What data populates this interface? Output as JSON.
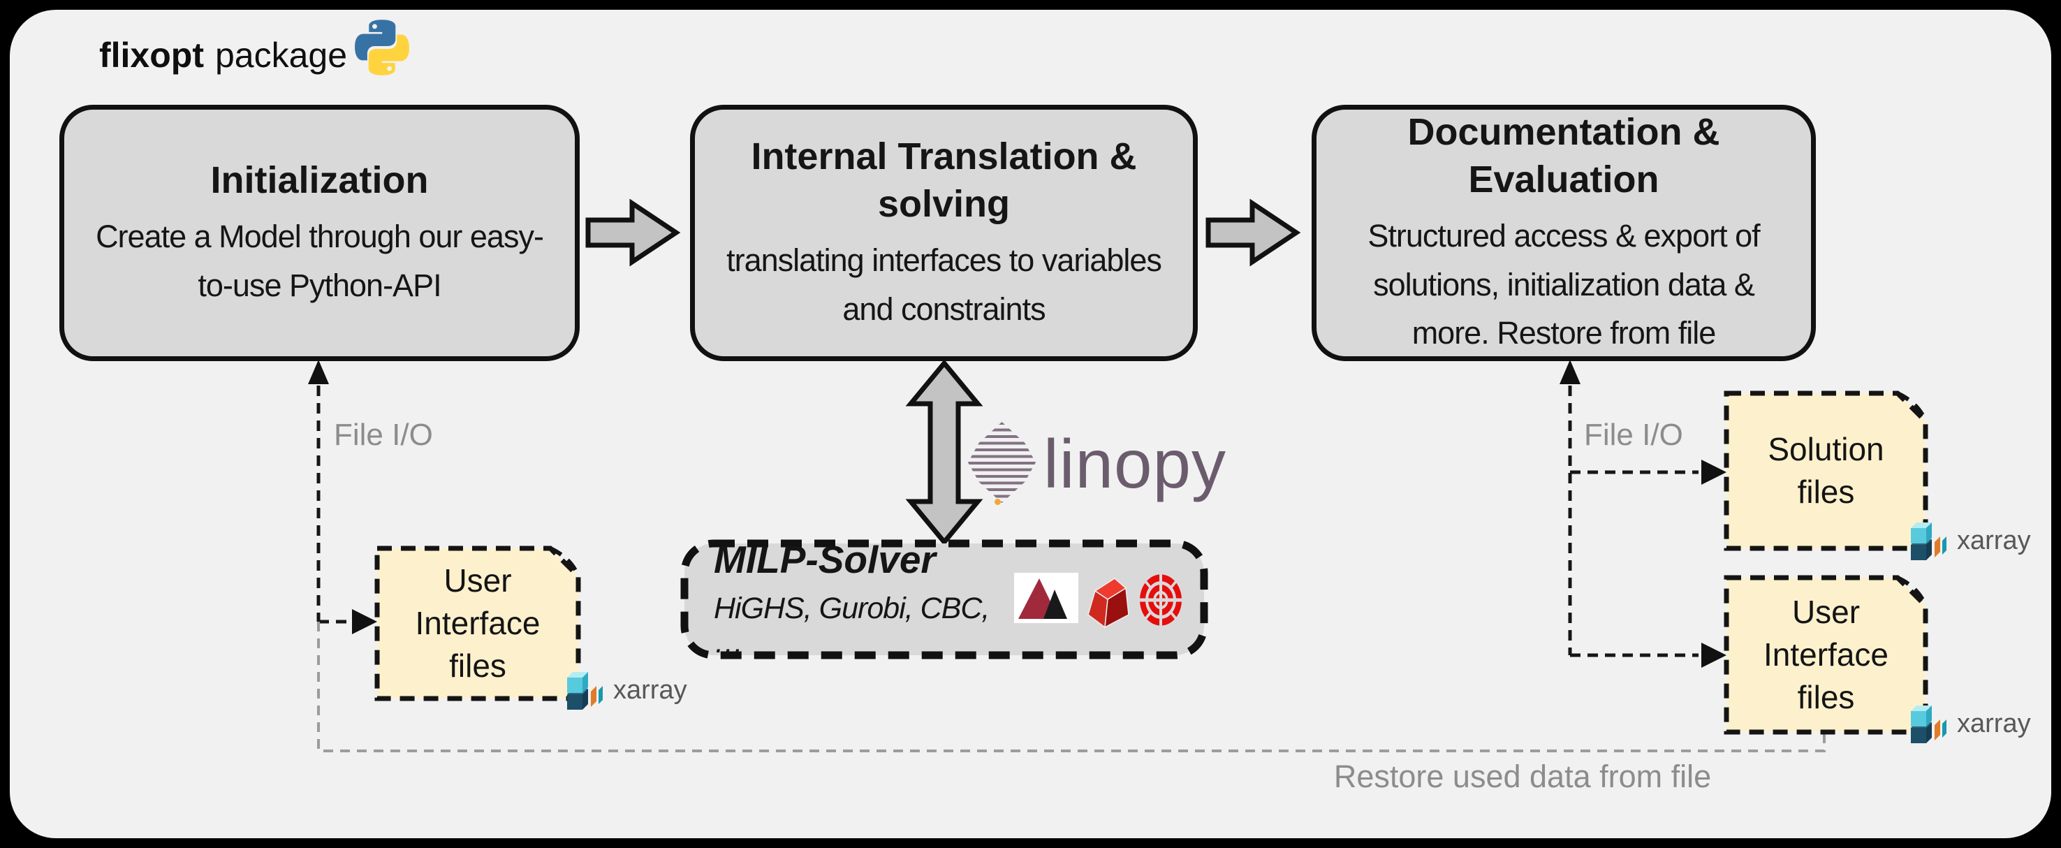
{
  "header": {
    "title_bold": "flixopt",
    "title_regular": "package"
  },
  "boxes": [
    {
      "id": "initialization",
      "title": "Initialization",
      "body": "Create a Model through our easy-\nto-use Python-API"
    },
    {
      "id": "translation",
      "title": "Internal Translation &\nsolving",
      "body": "translating interfaces to variables\nand constraints"
    },
    {
      "id": "documentation",
      "title": "Documentation &\nEvaluation",
      "body": "Structured access & export of\nsolutions, initialization data &\nmore. Restore from file"
    }
  ],
  "solver": {
    "title": "MILP-Solver",
    "subtitle": "HiGHS, Gurobi, CBC, …"
  },
  "linopy": {
    "wordmark": "linopy"
  },
  "files": {
    "user_left": "User\nInterface\nfiles",
    "solution": "Solution\nfiles",
    "user_right": "User\nInterface\nfiles"
  },
  "labels": {
    "file_io_left": "File I/O",
    "file_io_right": "File I/O",
    "restore": "Restore used data from file",
    "xarray": "xarray"
  },
  "icons": {
    "python": "python-logo",
    "highs": "highs-solver-logo",
    "gurobi": "gurobi-solver-logo",
    "cbc": "cbc-solver-logo",
    "linopy_diamond": "linopy-striped-diamond",
    "xarray_cubes": "xarray-cubes-logo"
  },
  "colors": {
    "panel": "#f1f1f1",
    "box_fill": "#d9d9d9",
    "box_border": "#111111",
    "arrow_fill": "#c3c3c3",
    "file_fill": "#fdf1cd",
    "muted_text": "#8c8c8c",
    "linopy_purple": "#6b5c6d",
    "python_blue": "#3772a4",
    "python_yellow": "#ffd33e"
  }
}
